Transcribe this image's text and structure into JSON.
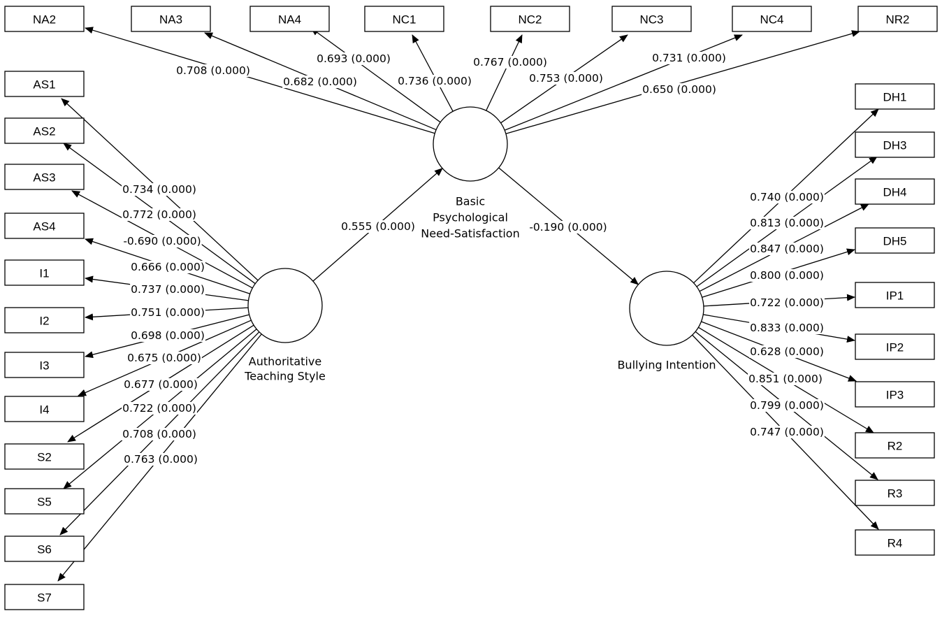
{
  "latents": {
    "ats": {
      "label_lines": [
        "Authoritative",
        "Teaching Style"
      ]
    },
    "bpns": {
      "label_lines": [
        "Basic",
        "Psychological",
        "Need-Satisfaction"
      ]
    },
    "bi": {
      "label_lines": [
        "Bullying Intention"
      ]
    }
  },
  "indicators": {
    "top": [
      {
        "name": "NA2",
        "loading": "0.708 (0.000)"
      },
      {
        "name": "NA3",
        "loading": "0.682 (0.000)"
      },
      {
        "name": "NA4",
        "loading": "0.693 (0.000)"
      },
      {
        "name": "NC1",
        "loading": "0.736 (0.000)"
      },
      {
        "name": "NC2",
        "loading": "0.767 (0.000)"
      },
      {
        "name": "NC3",
        "loading": "0.753 (0.000)"
      },
      {
        "name": "NC4",
        "loading": "0.731 (0.000)"
      },
      {
        "name": "NR2",
        "loading": "0.650 (0.000)"
      }
    ],
    "left": [
      {
        "name": "AS1",
        "loading": "0.734 (0.000)"
      },
      {
        "name": "AS2",
        "loading": "0.772 (0.000)"
      },
      {
        "name": "AS3",
        "loading": "-0.690 (0.000)"
      },
      {
        "name": "AS4",
        "loading": "0.666 (0.000)"
      },
      {
        "name": "I1",
        "loading": "0.737 (0.000)"
      },
      {
        "name": "I2",
        "loading": "0.751 (0.000)"
      },
      {
        "name": "I3",
        "loading": "0.698 (0.000)"
      },
      {
        "name": "I4",
        "loading": "0.675 (0.000)"
      },
      {
        "name": "S2",
        "loading": "0.677 (0.000)"
      },
      {
        "name": "S5",
        "loading": "0.722 (0.000)"
      },
      {
        "name": "S6",
        "loading": "0.708 (0.000)"
      },
      {
        "name": "S7",
        "loading": "0.763 (0.000)"
      }
    ],
    "right": [
      {
        "name": "DH1",
        "loading": "0.740 (0.000)"
      },
      {
        "name": "DH3",
        "loading": "0.813 (0.000)"
      },
      {
        "name": "DH4",
        "loading": "0.847 (0.000)"
      },
      {
        "name": "DH5",
        "loading": "0.800 (0.000)"
      },
      {
        "name": "IP1",
        "loading": "0.722 (0.000)"
      },
      {
        "name": "IP2",
        "loading": "0.833 (0.000)"
      },
      {
        "name": "IP3",
        "loading": "0.628 (0.000)"
      },
      {
        "name": "R2",
        "loading": "0.851 (0.000)"
      },
      {
        "name": "R3",
        "loading": "0.799 (0.000)"
      },
      {
        "name": "R4",
        "loading": "0.747 (0.000)"
      }
    ]
  },
  "paths": {
    "ats_to_bpns": "0.555 (0.000)",
    "bpns_to_bi": "-0.190 (0.000)"
  }
}
